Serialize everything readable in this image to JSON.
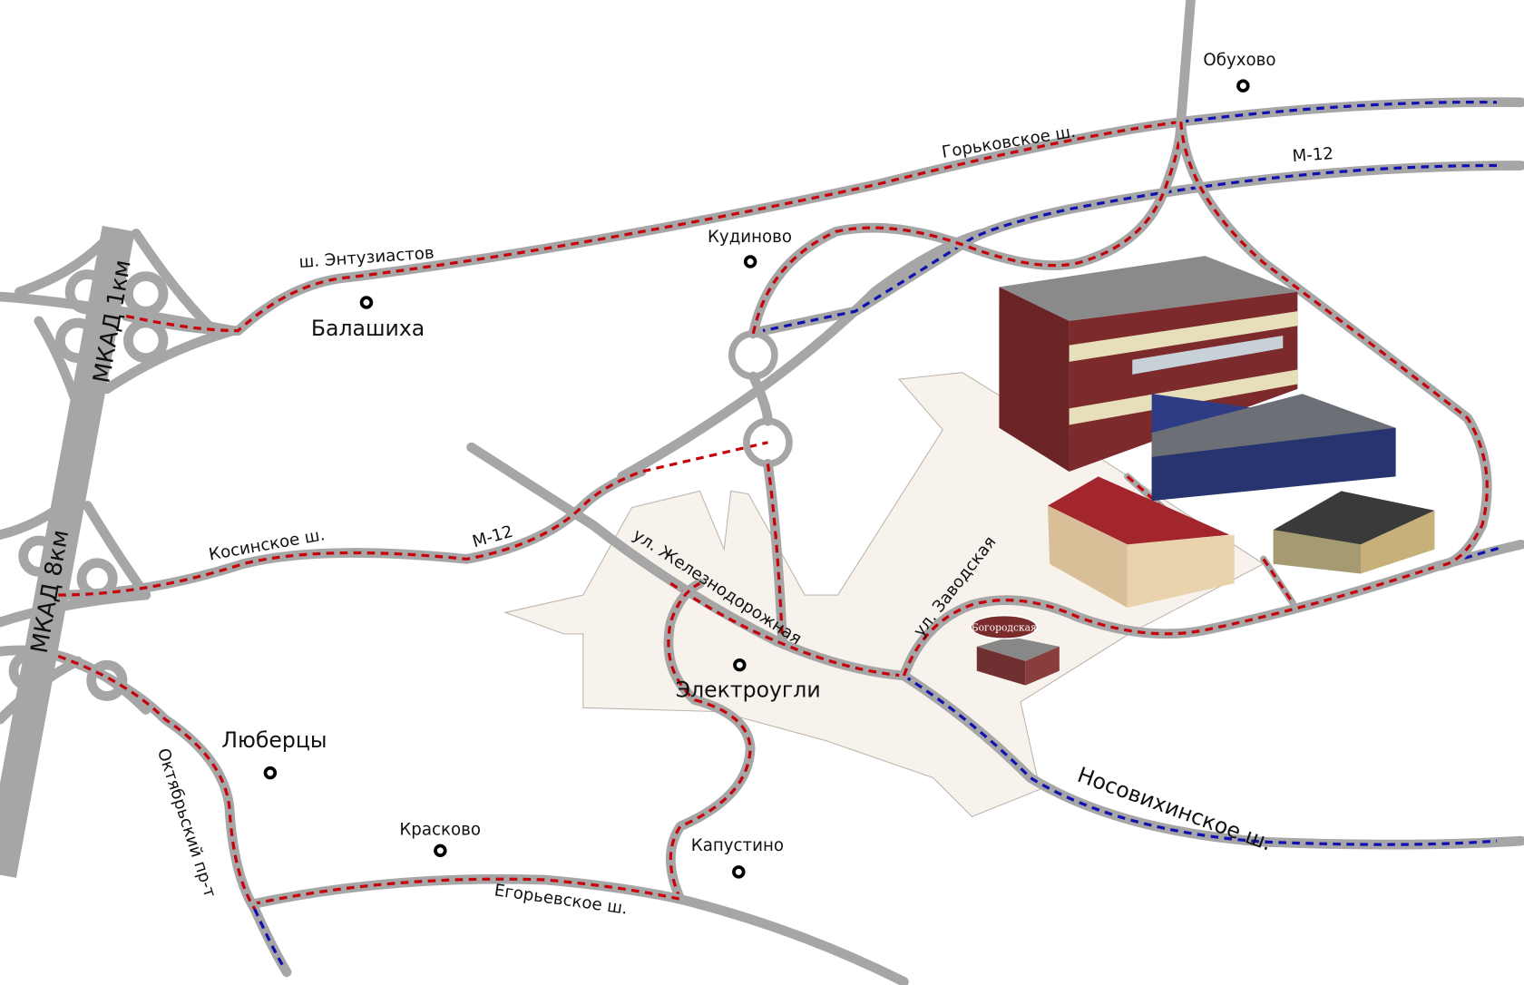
{
  "places": {
    "obukhovo": "Обухово",
    "kudinovo": "Кудиново",
    "balashikha": "Балашиха",
    "elektrougli": "Электроугли",
    "lyubertsy": "Люберцы",
    "kraskovo": "Красково",
    "kapustino": "Капустино"
  },
  "roads": {
    "gorkovskoe": "Горьковское ш.",
    "entuziastov": "ш. Энтузиастов",
    "m12_top": "М-12",
    "m12_mid": "М-12",
    "kosinskoe": "Косинское ш.",
    "zheleznodorozhnaya": "ул. Железнодорожная",
    "zavodskaya": "ул. Заводская",
    "nosovikhinskoe": "Носовихинское ш.",
    "egoryevskoe": "Егорьевское ш.",
    "oktyabrsky": "Октябрьский пр-т",
    "mkad1": "МКАД 1км",
    "mkad8": "МКАД 8км"
  },
  "sign": {
    "brand": "Богородская"
  },
  "colors": {
    "road": "#a6a6a6",
    "route_red": "#c8000a",
    "route_blue": "#1010b0",
    "town": "#f7f2ec"
  }
}
